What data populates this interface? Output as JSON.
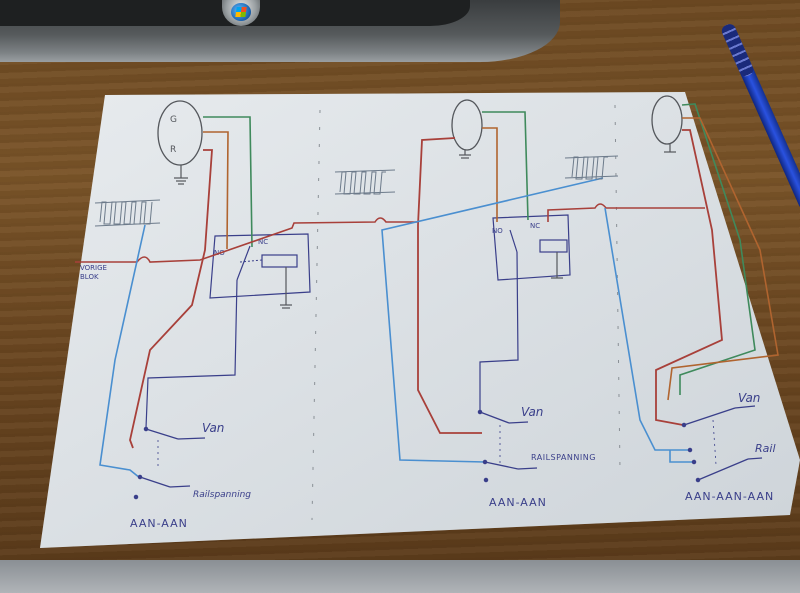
{
  "scene": {
    "description": "Photo of a hand-drawn model railway wiring schematic on paper, lying on a wooden desk next to a laptop and a blue pen",
    "objects": [
      "laptop",
      "windows-start-button",
      "blue-pen",
      "paper-sheet",
      "wooden-desk"
    ]
  },
  "schematic": {
    "previous_block_label": [
      "VORIGE",
      "BLOK"
    ],
    "led_pin_labels": [
      "G",
      "",
      "R"
    ],
    "relay_contact_labels": {
      "no": "NO",
      "nc": "NC"
    },
    "sections": [
      {
        "id": "section-1",
        "switch_labels": {
          "top": "Van",
          "bottom": "Railspanning"
        },
        "switch_type": "AAN-AAN"
      },
      {
        "id": "section-2",
        "switch_labels": {
          "top": "Van",
          "bottom": "RAILSPANNING"
        },
        "switch_type": "AAN-AAN"
      },
      {
        "id": "section-3",
        "switch_labels": {
          "top": "Van",
          "bottom": "Rail"
        },
        "switch_type": "AAN-AAN-AAN"
      }
    ],
    "wire_colors": {
      "red": "#a8403a",
      "green": "#3f8a5c",
      "blue": "#4a8fd0",
      "navy": "#3a3f8a",
      "brown": "#b0642f",
      "pencil": "#54575c"
    }
  }
}
